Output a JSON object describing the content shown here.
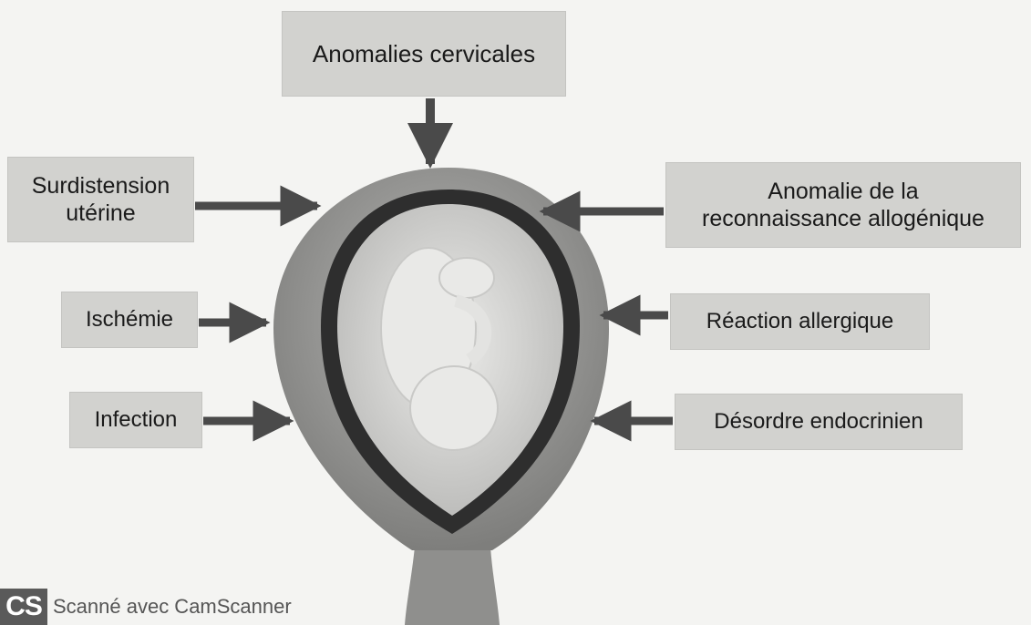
{
  "labels": {
    "top": "Anomalies cervicales",
    "left_1_line1": "Surdistension",
    "left_1_line2": "utérine",
    "left_2": "Ischémie",
    "left_3": "Infection",
    "right_1_line1": "Anomalie de la",
    "right_1_line2": "reconnaissance allogénique",
    "right_2": "Réaction allergique",
    "right_3": "Désordre endocrinien"
  },
  "watermark": {
    "logo": "CS",
    "text": "Scanné avec CamScanner"
  },
  "colors": {
    "label_bg": "#d2d2cf",
    "arrow": "#4a4a4a",
    "uterus_outer": "#8a8a8a",
    "uterus_wall": "#2e2e2e",
    "fetus": "#e8e8e6"
  }
}
